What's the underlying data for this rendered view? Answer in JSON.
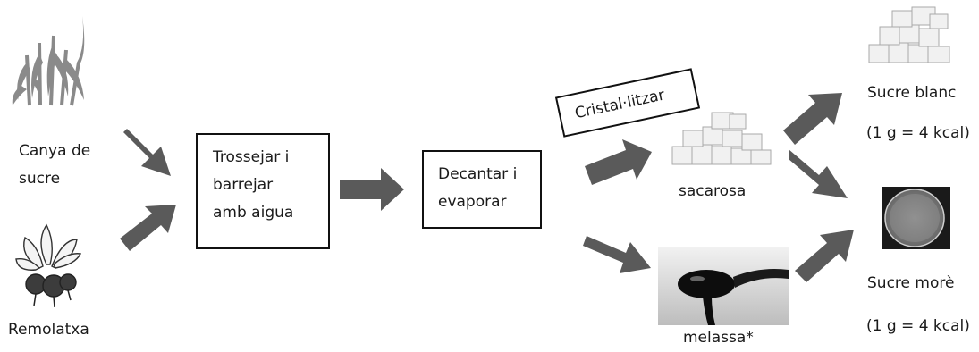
{
  "inputs": {
    "sugarcane_label": [
      "Canya de",
      "sucre"
    ],
    "beet_label": "Remolatxa"
  },
  "steps": {
    "chop_mix": [
      "Trossejar i",
      "barrejar",
      "amb aigua"
    ],
    "decant_evaporate": [
      "Decantar i",
      "evaporar"
    ],
    "crystallize": "Cristal·litzar"
  },
  "intermediates": {
    "sucrose_label": "sacarosa",
    "molasses_label": "melassa*"
  },
  "products": {
    "white_sugar_label": "Sucre blanc",
    "white_sugar_energy": "(1 g = 4 kcal)",
    "brown_sugar_label": "Sucre morè",
    "brown_sugar_energy": "(1 g = 4 kcal)"
  },
  "colors": {
    "arrow": "#5a5a5a",
    "box_border": "#111111",
    "text": "#1a1a1a"
  },
  "icons": [
    "sugarcane-icon",
    "beet-icon",
    "sugar-cubes-icon",
    "molasses-spoon-icon",
    "brown-sugar-dish-icon"
  ]
}
